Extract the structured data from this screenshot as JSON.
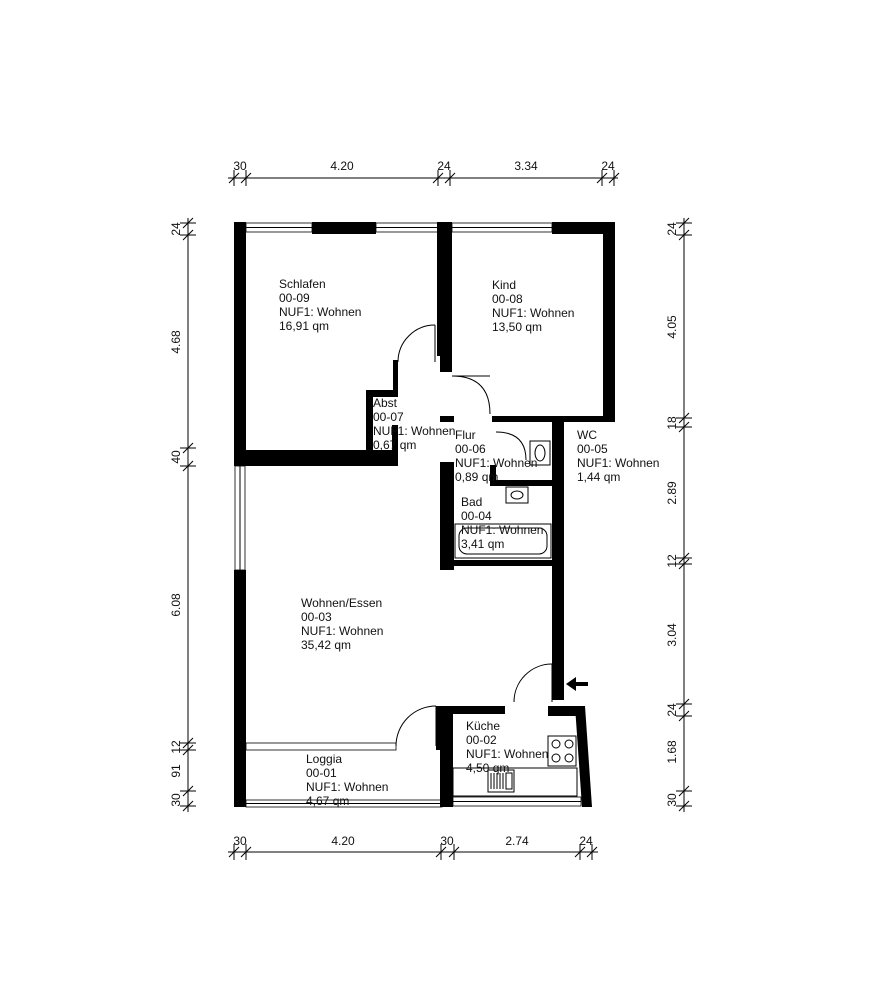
{
  "rooms": [
    {
      "name": "Schlafen",
      "number": "00-09",
      "use": "NUF1: Wohnen",
      "area": "16,91 qm"
    },
    {
      "name": "Kind",
      "number": "00-08",
      "use": "NUF1: Wohnen",
      "area": "13,50 qm"
    },
    {
      "name": "Abst",
      "number": "00-07",
      "use": "NUF1: Wohnen",
      "area": "0,67 qm"
    },
    {
      "name": "Flur",
      "number": "00-06",
      "use": "NUF1: Wohnen",
      "area": "0,89 qm"
    },
    {
      "name": "WC",
      "number": "00-05",
      "use": "NUF1: Wohnen",
      "area": "1,44 qm"
    },
    {
      "name": "Bad",
      "number": "00-04",
      "use": "NUF1: Wohnen",
      "area": "3,41 qm"
    },
    {
      "name": "Wohnen/Essen",
      "number": "00-03",
      "use": "NUF1: Wohnen",
      "area": "35,42 qm"
    },
    {
      "name": "Küche",
      "number": "00-02",
      "use": "NUF1: Wohnen",
      "area": "4,50 qm"
    },
    {
      "name": "Loggia",
      "number": "00-01",
      "use": "NUF1: Wohnen",
      "area": "4,67 qm"
    }
  ],
  "dimensions": {
    "top": [
      "30",
      "4.20",
      "24",
      "3.34",
      "24"
    ],
    "bottom": [
      "30",
      "4.20",
      "30",
      "2.74",
      "24"
    ],
    "left": [
      "24",
      "4.68",
      "40",
      "6.08",
      "12",
      "91",
      "30"
    ],
    "right": [
      "24",
      "4.05",
      "18",
      "2.89",
      "12",
      "3.04",
      "24",
      "1.68",
      "30"
    ]
  }
}
